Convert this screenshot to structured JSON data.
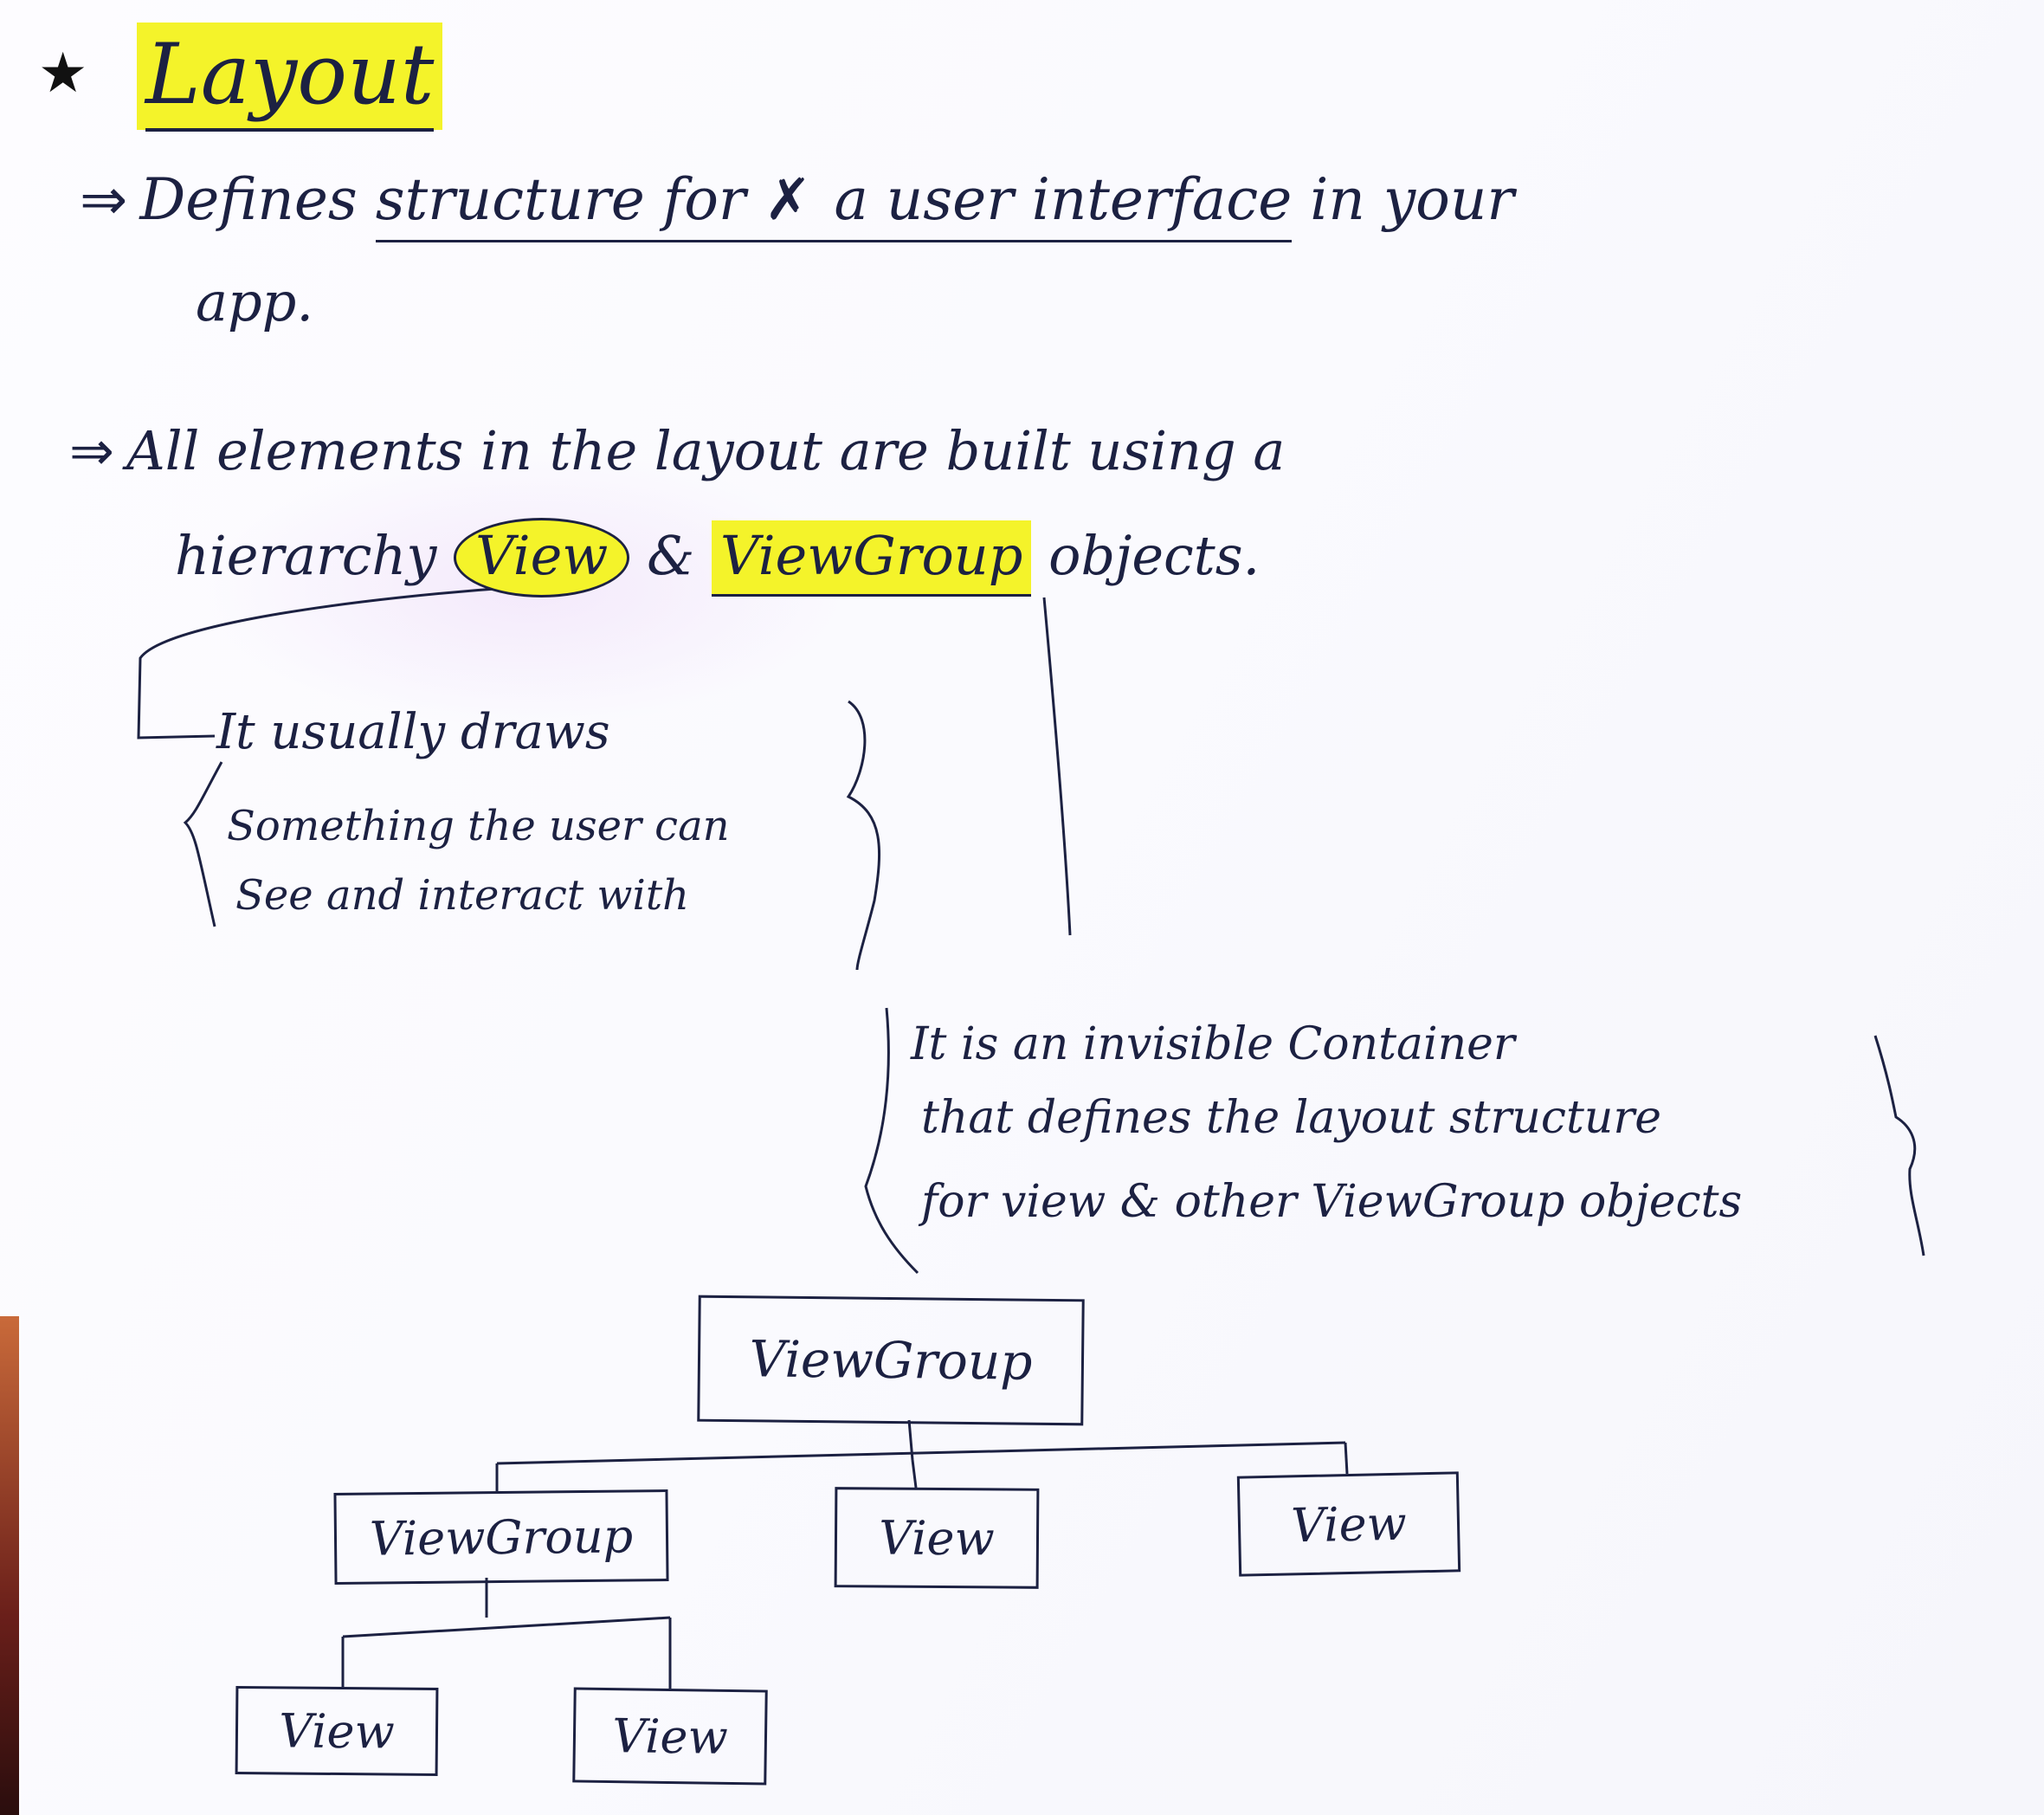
{
  "title": "Layout",
  "bullets": [
    {
      "arrow": "⇒",
      "line1_prefix": "Defines",
      "line1_underlined": "structure for",
      "line1_mid": "a user interface",
      "line1_suffix": "in your",
      "line2": "app."
    },
    {
      "arrow": "⇒",
      "line1": "All elements in the layout are built using a",
      "line2_prefix": "hierarchy",
      "line2_view": "View",
      "line2_amp": "&",
      "line2_viewgroup": "ViewGroup",
      "line2_suffix": "objects."
    }
  ],
  "view_note": {
    "line1": "It usually draws",
    "line2": "Something the user can",
    "line3": "See and interact with"
  },
  "viewgroup_note": {
    "line1": "It is an invisible Container",
    "line2": "that defines the layout structure",
    "line3": "for view & other ViewGroup objects"
  },
  "tree": {
    "root": "ViewGroup",
    "children": [
      "ViewGroup",
      "View",
      "View"
    ],
    "grandchildren": [
      "View",
      "View"
    ]
  },
  "colors": {
    "ink": "#1c2142",
    "highlight": "#f4f32a"
  }
}
